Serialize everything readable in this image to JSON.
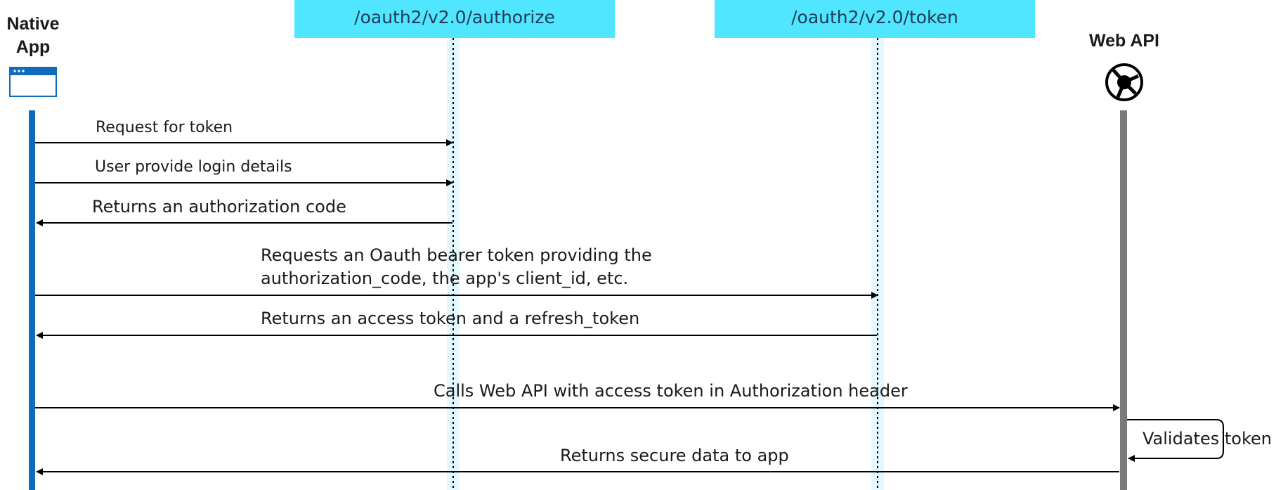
{
  "actors": {
    "native_app": {
      "label_line1": "Native",
      "label_line2": "App",
      "icon": "app-window-icon"
    },
    "authorize": {
      "label": "/oauth2/v2.0/authorize"
    },
    "token": {
      "label": "/oauth2/v2.0/token"
    },
    "web_api": {
      "label": "Web API",
      "icon": "web-api-globe-icon"
    }
  },
  "messages": [
    {
      "from": "native_app",
      "to": "authorize",
      "text": [
        "Request for token"
      ]
    },
    {
      "from": "native_app",
      "to": "authorize",
      "text": [
        "User provide login details"
      ]
    },
    {
      "from": "authorize",
      "to": "native_app",
      "text": [
        "Returns an authorization code"
      ]
    },
    {
      "from": "native_app",
      "to": "token",
      "text": [
        "Requests an Oauth bearer token providing the",
        "authorization_code, the app's client_id, etc."
      ]
    },
    {
      "from": "token",
      "to": "native_app",
      "text": [
        "Returns an access token and a refresh_token"
      ]
    },
    {
      "from": "native_app",
      "to": "web_api",
      "text": [
        "Calls Web API with access token in Authorization header"
      ]
    },
    {
      "from": "web_api",
      "to": "web_api",
      "text": [
        "Validates token"
      ]
    },
    {
      "from": "web_api",
      "to": "native_app",
      "text": [
        "Returns secure data to app"
      ]
    }
  ],
  "colors": {
    "endpoint_header": "#50e6ff",
    "endpoint_lifeline": "#e3f8ff",
    "native_app": "#0f6cbd",
    "web_api_lifeline": "#7a7a7a",
    "arrow": "#000000"
  }
}
